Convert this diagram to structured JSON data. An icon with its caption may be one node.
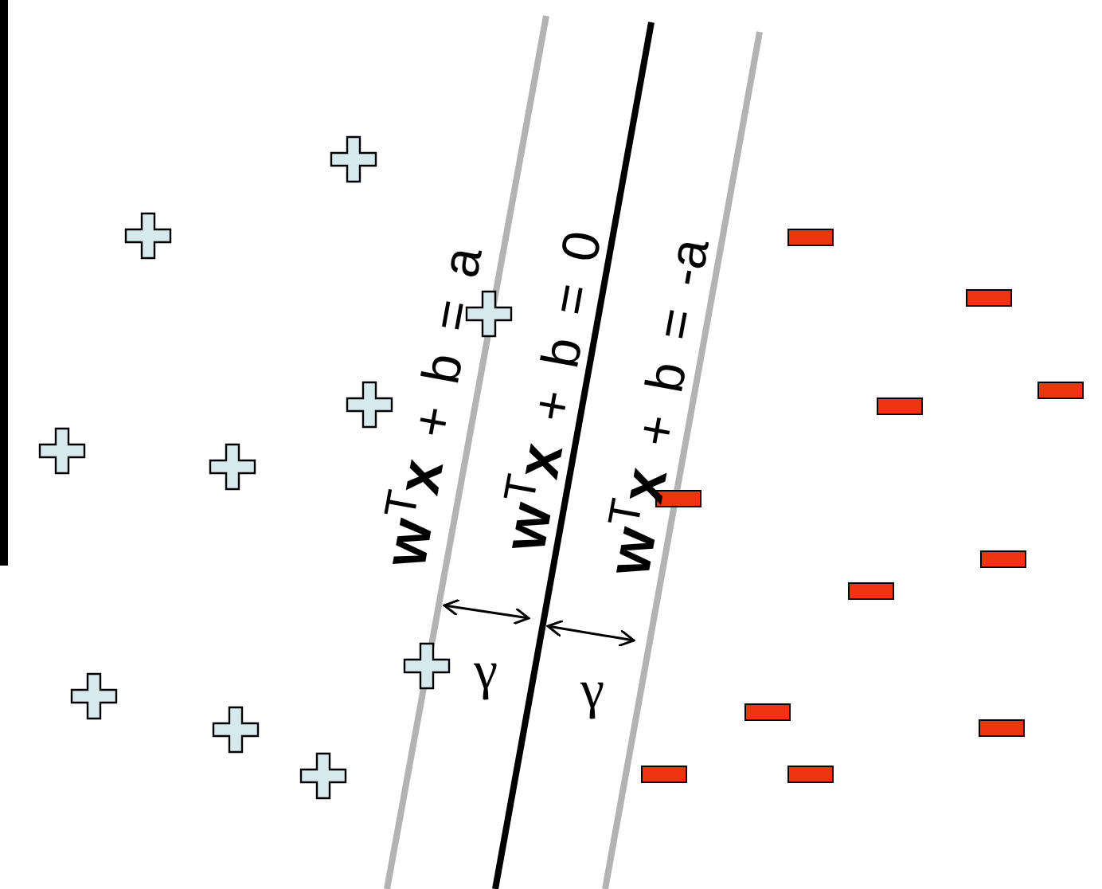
{
  "diagram": {
    "labels": [
      "**w**$^{T}$**x** + b = a",
      "**w**$^{T}$**x** + b = 0",
      "**w**$^{T}$**x** + b = -a",
      "γ",
      "γ"
    ]
  }
}
